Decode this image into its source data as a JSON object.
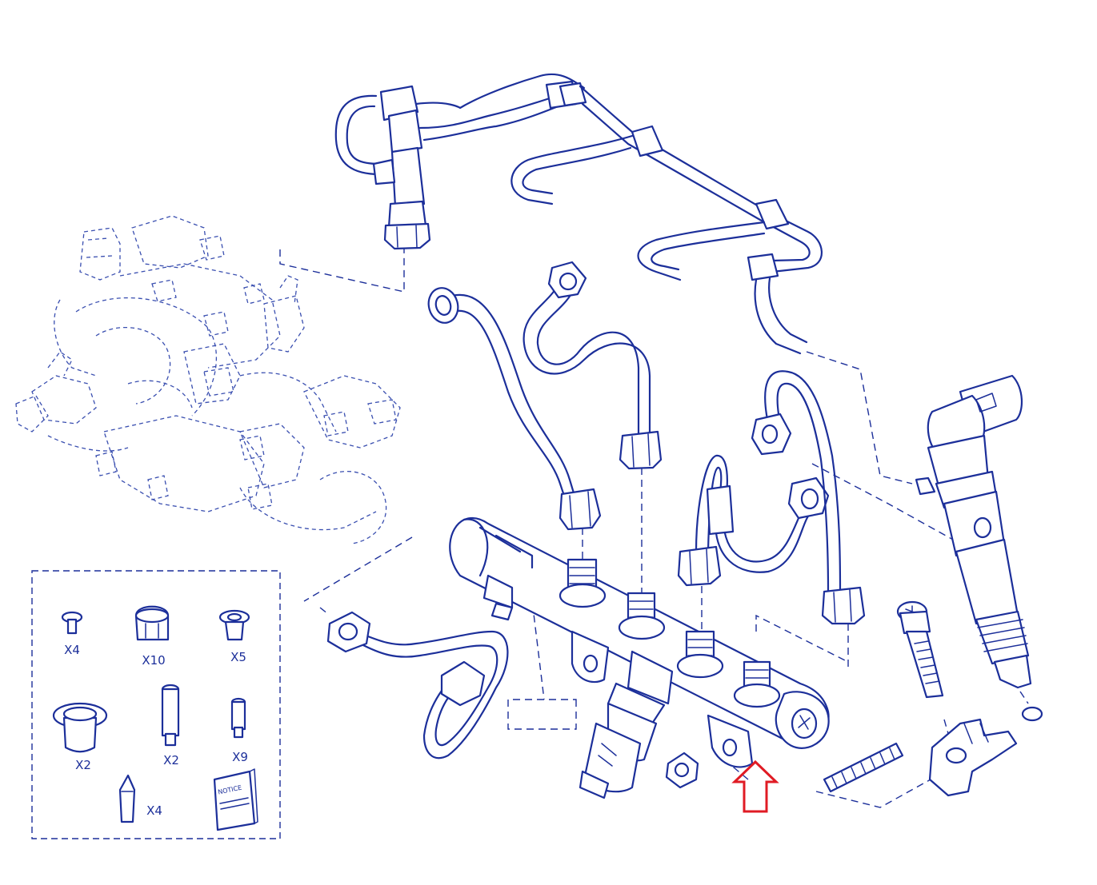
{
  "kit": {
    "labels": {
      "screw": "X4",
      "cap": "X10",
      "plug": "X5",
      "large_plug": "X2",
      "long_spacer": "X2",
      "short_spacer": "X9",
      "pin": "X4"
    },
    "notice": "NOTICE"
  },
  "highlight": {
    "color": "#e01b24"
  },
  "line_color": "#1c2f9a"
}
